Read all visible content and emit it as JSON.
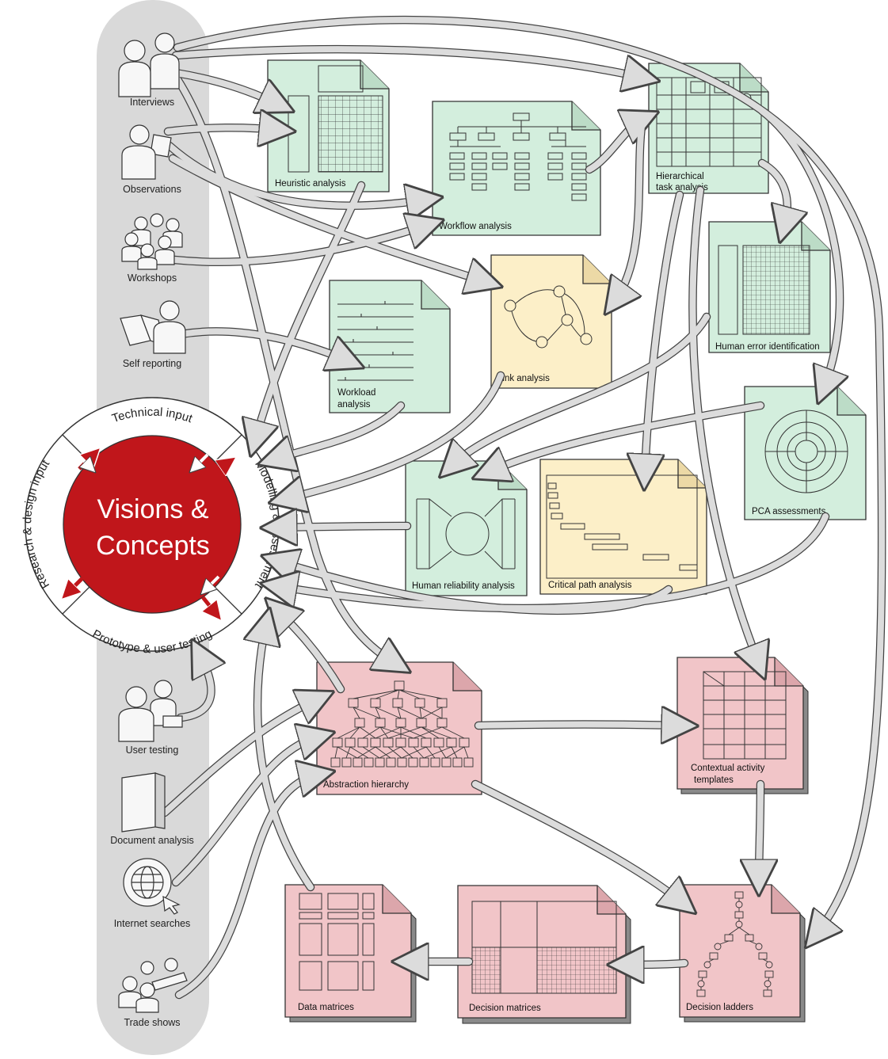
{
  "inputs": [
    {
      "id": "interviews",
      "label": "Interviews",
      "icon": "interview-people-icon"
    },
    {
      "id": "observations",
      "label": "Observations",
      "icon": "observation-person-icon"
    },
    {
      "id": "workshops",
      "label": "Workshops",
      "icon": "workshop-group-icon"
    },
    {
      "id": "self_reporting",
      "label": "Self reporting",
      "icon": "self-report-book-icon"
    },
    {
      "id": "user_testing",
      "label": "User testing",
      "icon": "user-testing-people-icon"
    },
    {
      "id": "document_analysis",
      "label": "Document analysis",
      "icon": "document-book-icon"
    },
    {
      "id": "internet_searches",
      "label": "Internet searches",
      "icon": "globe-cursor-icon"
    },
    {
      "id": "trade_shows",
      "label": "Trade shows",
      "icon": "trade-show-people-icon"
    }
  ],
  "center": {
    "title_line1": "Visions &",
    "title_line2": "Concepts",
    "ring": {
      "top": "Technical input",
      "left": "Research & design input",
      "right": "Modelling & assessment",
      "bottom": "Prototype & user testing"
    }
  },
  "documents": [
    {
      "id": "heuristic",
      "label": "Heuristic analysis",
      "color": "green"
    },
    {
      "id": "workflow",
      "label": "Workflow analysis",
      "color": "green"
    },
    {
      "id": "hta",
      "label": "Hierarchical task analysis",
      "line1": "Hierarchical",
      "line2": "task analysis",
      "color": "green"
    },
    {
      "id": "hei",
      "label": "Human error identification",
      "color": "green"
    },
    {
      "id": "link",
      "label": "Link analysis",
      "color": "yellow"
    },
    {
      "id": "workload",
      "label": "Workload analysis",
      "line1": "Workload",
      "line2": "analysis",
      "color": "green"
    },
    {
      "id": "pca",
      "label": "PCA assessments",
      "color": "green"
    },
    {
      "id": "hra",
      "label": "Human reliability analysis",
      "color": "green"
    },
    {
      "id": "cpa",
      "label": "Critical path analysis",
      "color": "yellow"
    },
    {
      "id": "ah",
      "label": "Abstraction hierarchy",
      "color": "red"
    },
    {
      "id": "cat",
      "label": "Contextual activity templates",
      "line1": "Contextual activity",
      "line2": "templates",
      "color": "red"
    },
    {
      "id": "dl",
      "label": "Decision ladders",
      "color": "red"
    },
    {
      "id": "dm",
      "label": "Decision matrices",
      "color": "red"
    },
    {
      "id": "datam",
      "label": "Data matrices",
      "color": "red"
    }
  ],
  "colors": {
    "green_fill": "#d3eedd",
    "yellow_fill": "#fcefc8",
    "red_fill": "#f1c5c8",
    "center_red": "#c0161b",
    "arrow_fill": "#d8d8d8",
    "column_gray": "#d9d9d9"
  }
}
